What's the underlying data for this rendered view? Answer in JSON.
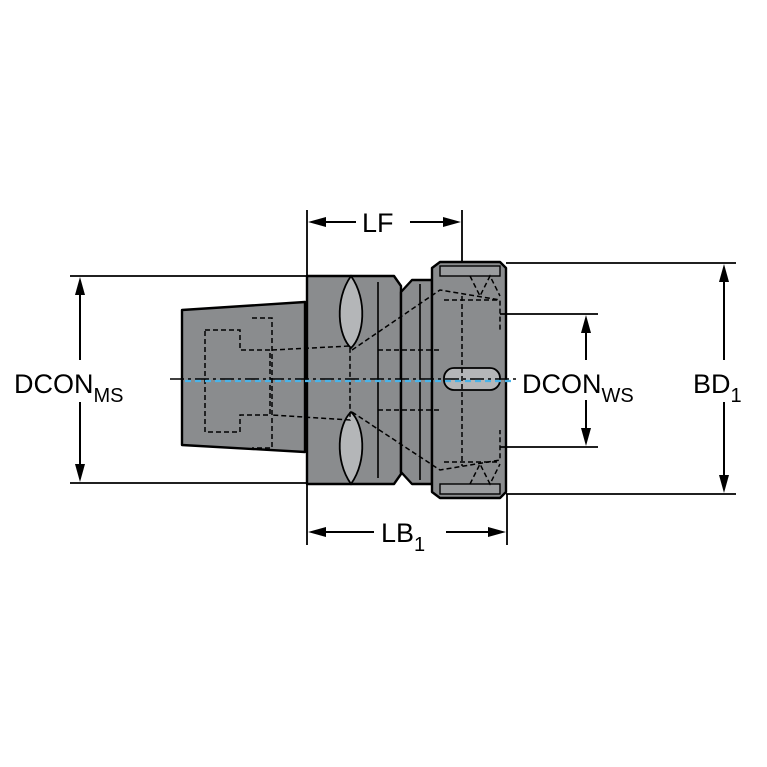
{
  "dimensions": {
    "dcon_ms": {
      "main": "DCON",
      "sub": "MS"
    },
    "dcon_ws": {
      "main": "DCON",
      "sub": "WS"
    },
    "bd1": {
      "main": "BD",
      "sub": "1"
    },
    "lf": {
      "main": "LF"
    },
    "lb1": {
      "main": "LB",
      "sub": "1"
    }
  },
  "colors": {
    "body_fill": "#8a8c8e",
    "coolant_line": "#49b3e8",
    "outline": "#000000"
  }
}
